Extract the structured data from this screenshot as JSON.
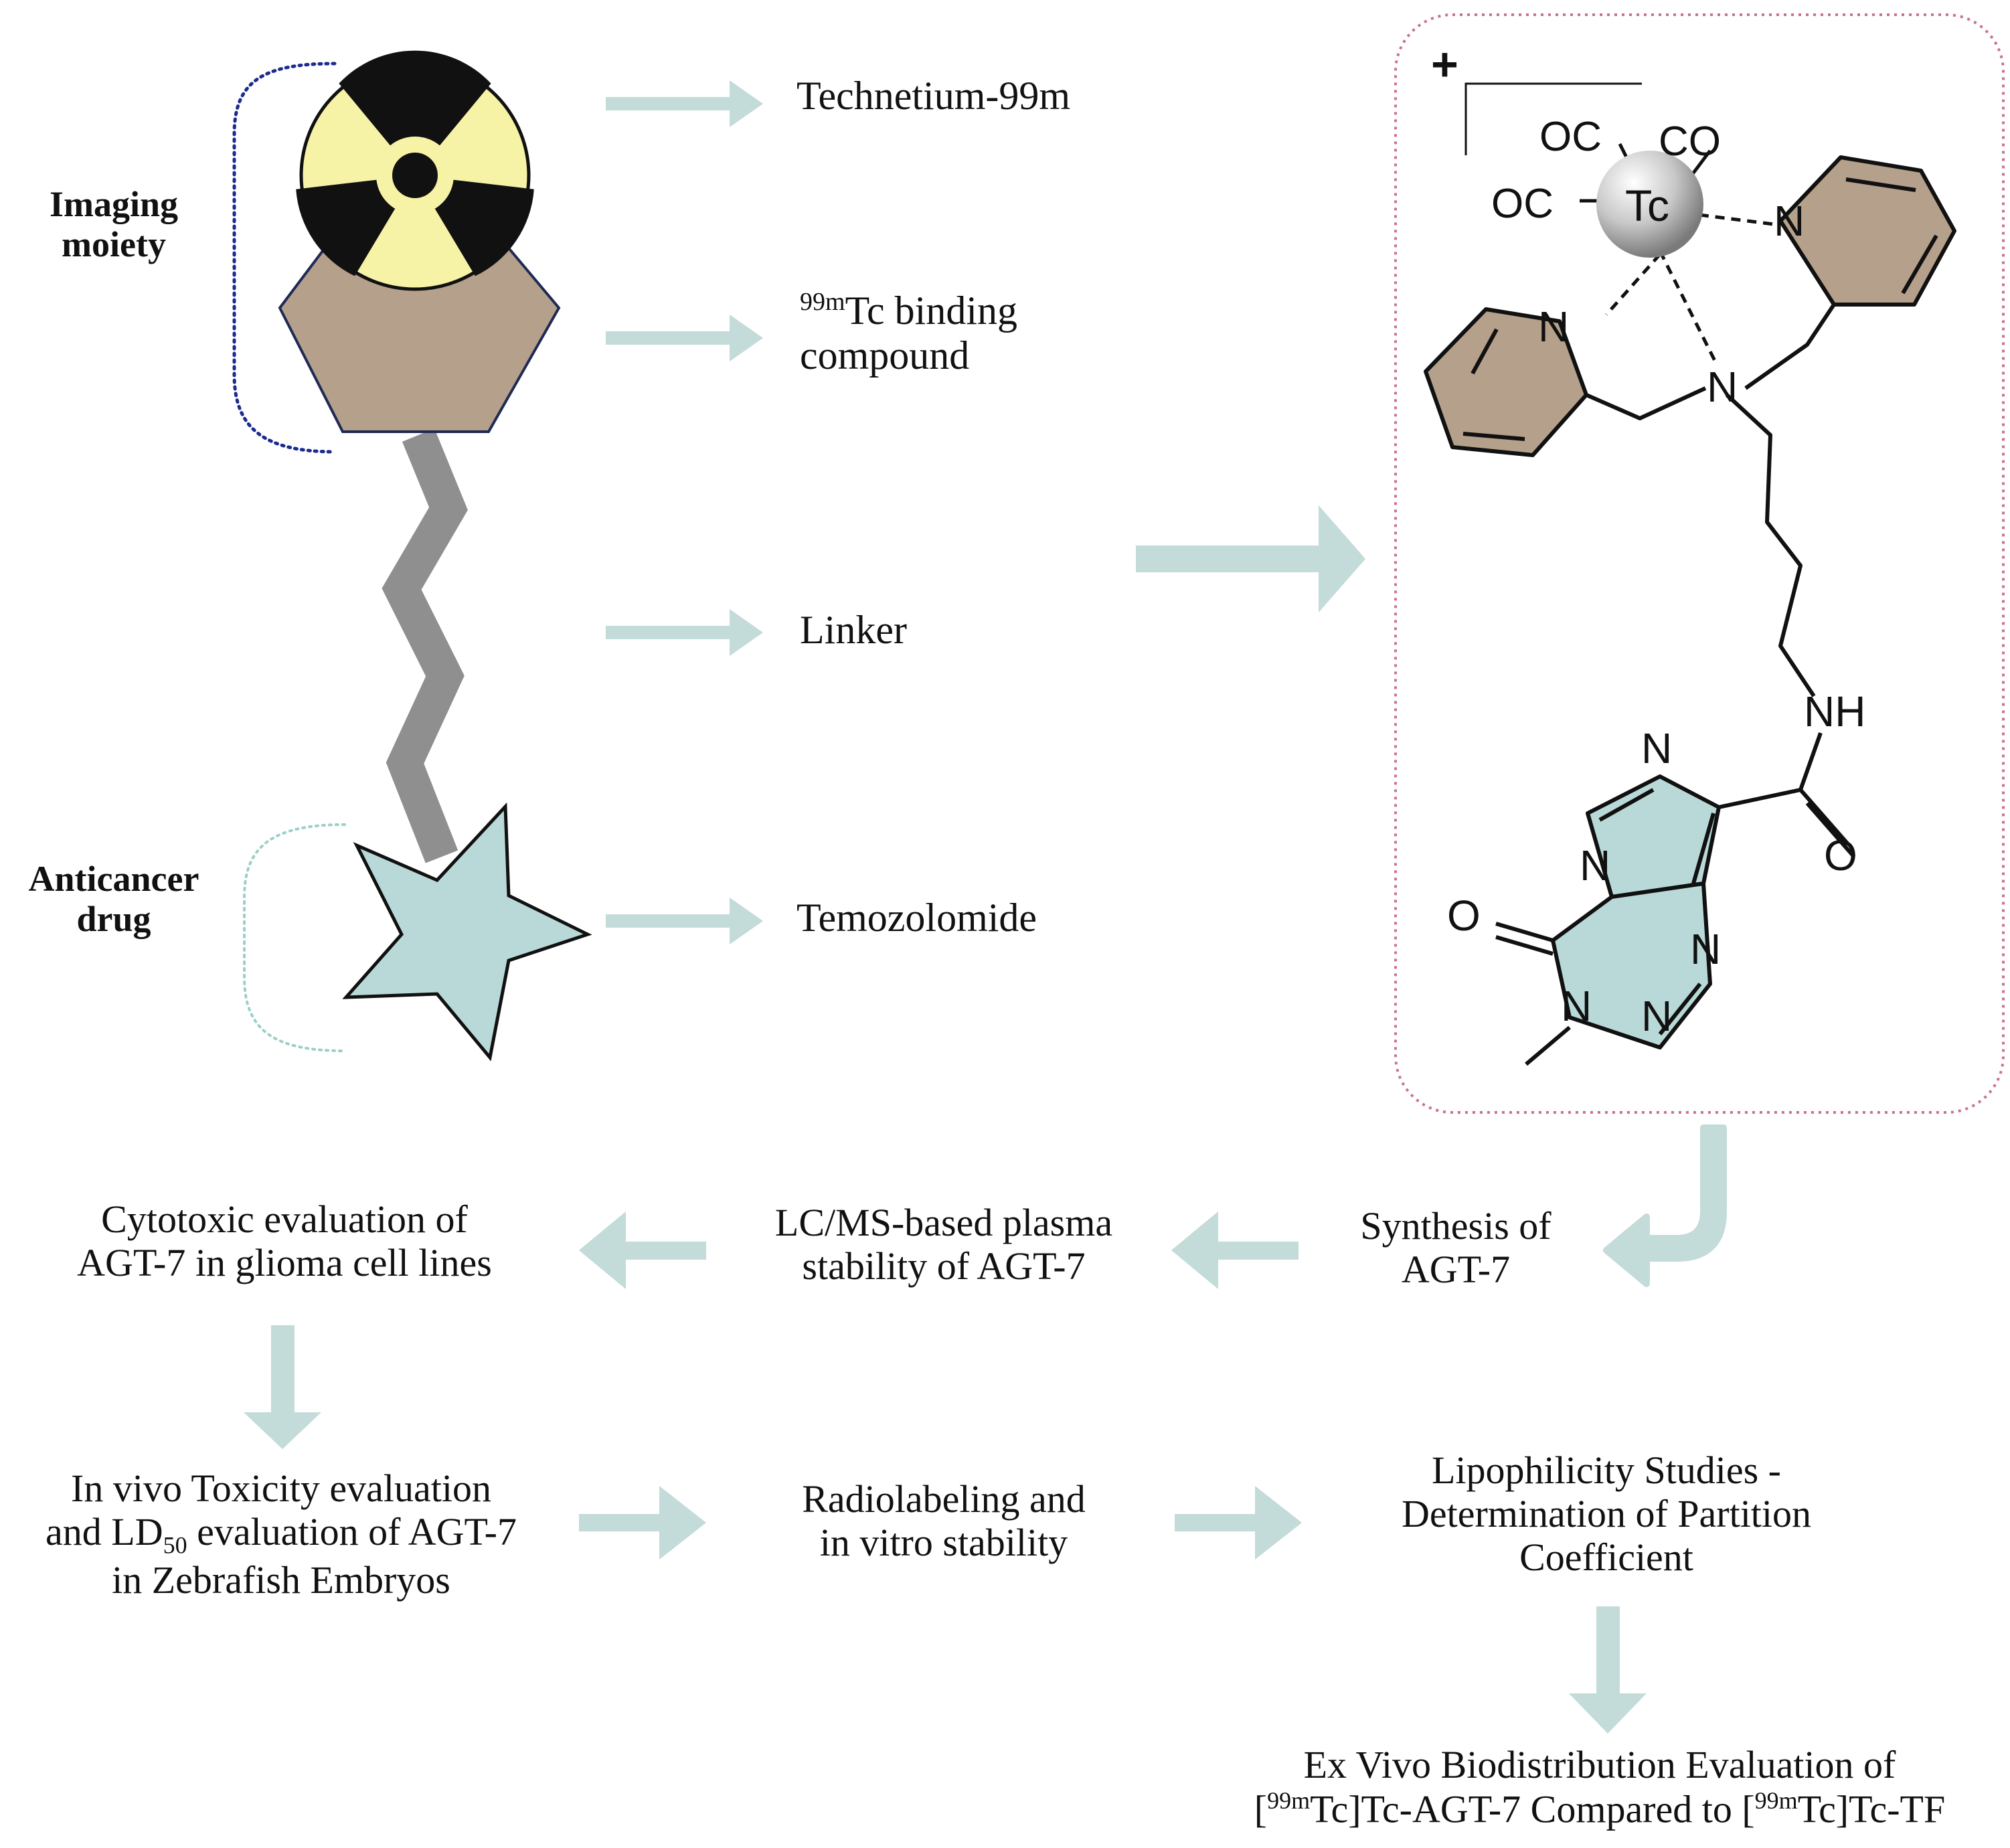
{
  "side_labels": {
    "imaging_line1": "Imaging",
    "imaging_line2": "moiety",
    "anticancer_line1": "Anticancer",
    "anticancer_line2": "drug"
  },
  "components": {
    "technetium": "Technetium-99m",
    "binding_sup": "99m",
    "binding_line1": "Tc binding",
    "binding_line2": "compound",
    "linker": "Linker",
    "temozolomide": "Temozolomide"
  },
  "structure": {
    "charge": "+",
    "metal": "Tc",
    "co_top_left": "OC",
    "co_top_right": "CO",
    "co_left": "OC",
    "n_pyridine_right": "N",
    "n_pyridine_left": "N",
    "n_amine": "N",
    "nh": "NH",
    "n_imidazole": "N",
    "n_bridge": "N",
    "o_amide": "O",
    "o_ring": "O",
    "n_triazine_1": "N",
    "n_triazine_2": "N",
    "n_methyl": "N"
  },
  "workflow": {
    "synthesis_line1": "Synthesis of",
    "synthesis_line2": "AGT-7",
    "lcms_line1": "LC/MS-based plasma",
    "lcms_line2": "stability of AGT-7",
    "cytotoxic_line1": "Cytotoxic evaluation of",
    "cytotoxic_line2": "AGT-7 in glioma cell lines",
    "invivo_line1": "In vivo Toxicity evaluation",
    "invivo_line2a": "and LD",
    "invivo_sub": "50",
    "invivo_line2b": " evaluation of AGT-7",
    "invivo_line3": "in Zebrafish Embryos",
    "radio_line1": "Radiolabeling and",
    "radio_line2": "in vitro stability",
    "lipo_line1": "Lipophilicity Studies -",
    "lipo_line2": "Determination of Partition",
    "lipo_line3": "Coefficient",
    "exvivo_line1": "Ex Vivo Biodistribution Evaluation of",
    "exvivo_l2_open": "[",
    "exvivo_l2_sup": "99m",
    "exvivo_l2_mid": "Tc]Tc-AGT-7 Compared to [",
    "exvivo_l2_sup2": "99m",
    "exvivo_l2_end": "Tc]Tc-TF"
  },
  "colors": {
    "arrow": "#c3dbd9",
    "star": "#b9d9d8",
    "hexagon": "#b5a08b",
    "trefoil_bg": "#f7f3a6",
    "linker": "#8f8f8f",
    "imaging_bracket": "#1b2a8f",
    "drug_bracket": "#9ccfc9",
    "structure_box": "#c9738b",
    "pyridine_fill": "#b5a08b",
    "tmz_fill": "#b9d9d8"
  }
}
